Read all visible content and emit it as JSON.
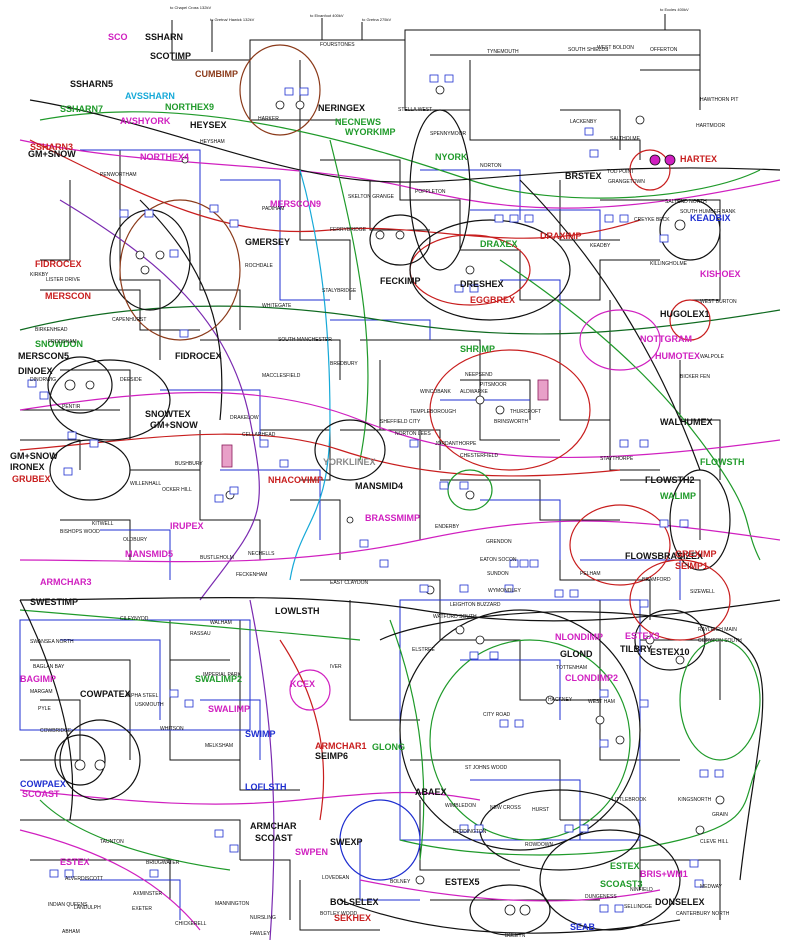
{
  "colors": {
    "line": "#111111",
    "blue": "#1f2fd0",
    "red": "#c81e1e",
    "green": "#1f9a2a",
    "magenta": "#d020c0",
    "cyan": "#16a9d8",
    "purple": "#7a2ab0",
    "brown": "#8b3a1a",
    "orange": "#e07a10",
    "darkgreen": "#0f6a20",
    "pink": "#e03a8a"
  },
  "top_feeds": [
    {
      "label": "to Chapel Cross 132kV"
    },
    {
      "label": "to Gretna/ Hawick 132kV"
    },
    {
      "label": "to Elvanfoot 400kV"
    },
    {
      "label": "to Gretna 275kV"
    },
    {
      "label": "to Eccles 400kV"
    }
  ],
  "boundaries": [
    {
      "label": "SSHARN",
      "color": "#111111"
    },
    {
      "label": "SCO",
      "color": "#d020c0"
    },
    {
      "label": "SCOTIMP",
      "color": "#111111"
    },
    {
      "label": "CUMBIMP",
      "color": "#8b3a1a"
    },
    {
      "label": "SSHARN5",
      "color": "#111111"
    },
    {
      "label": "SSHARN7",
      "color": "#1f9a2a"
    },
    {
      "label": "AVSSHARN",
      "color": "#16a9d8"
    },
    {
      "label": "NORTHEX9",
      "color": "#1f9a2a"
    },
    {
      "label": "AVSHYORK",
      "color": "#d020c0"
    },
    {
      "label": "HEYSEX",
      "color": "#111111"
    },
    {
      "label": "NERINGEX",
      "color": "#111111"
    },
    {
      "label": "NECNEWS",
      "color": "#1f9a2a"
    },
    {
      "label": "WYORKIMP",
      "color": "#1f9a2a"
    },
    {
      "label": "SSHARN3",
      "color": "#c81e1e"
    },
    {
      "label": "GM+SNOW",
      "color": "#111111"
    },
    {
      "label": "NORTHEX4",
      "color": "#d020c0"
    },
    {
      "label": "NYORK",
      "color": "#1f9a2a"
    },
    {
      "label": "BRSTEX",
      "color": "#111111"
    },
    {
      "label": "HARTEX",
      "color": "#c81e1e"
    },
    {
      "label": "MERSCON9",
      "color": "#d020c0"
    },
    {
      "label": "GMERSEY",
      "color": "#111111"
    },
    {
      "label": "DRAXEX",
      "color": "#1f9a2a"
    },
    {
      "label": "DRAXIMP",
      "color": "#c81e1e"
    },
    {
      "label": "FIDROCEX",
      "color": "#c81e1e"
    },
    {
      "label": "FECKIMP",
      "color": "#111111"
    },
    {
      "label": "DRESHEX",
      "color": "#111111"
    },
    {
      "label": "EGGBREX",
      "color": "#c81e1e"
    },
    {
      "label": "KEADBIX",
      "color": "#1f2fd0"
    },
    {
      "label": "KISHOEX",
      "color": "#d020c0"
    },
    {
      "label": "MERSCON",
      "color": "#c81e1e"
    },
    {
      "label": "HUGOLEX1",
      "color": "#111111"
    },
    {
      "label": "SNOWDON",
      "color": "#1f9a2a"
    },
    {
      "label": "MERSCON5",
      "color": "#111111"
    },
    {
      "label": "FIDROCEX",
      "color": "#111111"
    },
    {
      "label": "DINOEX",
      "color": "#111111"
    },
    {
      "label": "SHRIMP",
      "color": "#1f9a2a"
    },
    {
      "label": "NOTTGRAM",
      "color": "#d020c0"
    },
    {
      "label": "HUMOTEX",
      "color": "#d020c0"
    },
    {
      "label": "SNOWTEX",
      "color": "#111111"
    },
    {
      "label": "GM+SNOW",
      "color": "#111111"
    },
    {
      "label": "WALHUMEX",
      "color": "#111111"
    },
    {
      "label": "GM+SNOW",
      "color": "#111111"
    },
    {
      "label": "IRONEX",
      "color": "#111111"
    },
    {
      "label": "GRUBEX",
      "color": "#c81e1e"
    },
    {
      "label": "YORKLINEX",
      "color": "#888888"
    },
    {
      "label": "MANSMID4",
      "color": "#111111"
    },
    {
      "label": "NHACOVIMP",
      "color": "#c81e1e"
    },
    {
      "label": "FLOWSTH",
      "color": "#1f9a2a"
    },
    {
      "label": "FLOWSTH2",
      "color": "#111111"
    },
    {
      "label": "IRUPEX",
      "color": "#d020c0"
    },
    {
      "label": "BRASSMIMP",
      "color": "#d020c0"
    },
    {
      "label": "WALIMP",
      "color": "#1f9a2a"
    },
    {
      "label": "MANSMID5",
      "color": "#d020c0"
    },
    {
      "label": "FLOWSBRASIZEX",
      "color": "#111111"
    },
    {
      "label": "GREXIMP",
      "color": "#c81e1e"
    },
    {
      "label": "SEIMP1",
      "color": "#c81e1e"
    },
    {
      "label": "ARMCHAR3",
      "color": "#d020c0"
    },
    {
      "label": "SWESTIMP",
      "color": "#111111"
    },
    {
      "label": "LOWLSTH",
      "color": "#111111"
    },
    {
      "label": "ESTEX3",
      "color": "#d020c0"
    },
    {
      "label": "NLONDIMP",
      "color": "#d020c0"
    },
    {
      "label": "TILBRY",
      "color": "#111111"
    },
    {
      "label": "ESTEX10",
      "color": "#111111"
    },
    {
      "label": "BAGIMP",
      "color": "#d020c0"
    },
    {
      "label": "SWALIMP2",
      "color": "#1f9a2a"
    },
    {
      "label": "GLOND",
      "color": "#111111"
    },
    {
      "label": "CLONDIMP2",
      "color": "#d020c0"
    },
    {
      "label": "COWPATEX",
      "color": "#111111"
    },
    {
      "label": "SWALIMP",
      "color": "#d020c0"
    },
    {
      "label": "KCEX",
      "color": "#d020c0"
    },
    {
      "label": "SWIMP",
      "color": "#1f2fd0"
    },
    {
      "label": "ARMCHAR1",
      "color": "#c81e1e"
    },
    {
      "label": "SEIMP6",
      "color": "#111111"
    },
    {
      "label": "LOFLSTH",
      "color": "#1f2fd0"
    },
    {
      "label": "GLONG",
      "color": "#1f9a2a"
    },
    {
      "label": "ABAEX",
      "color": "#111111"
    },
    {
      "label": "COWPAEX",
      "color": "#1f2fd0"
    },
    {
      "label": "SCOAST",
      "color": "#d020c0"
    },
    {
      "label": "ARMCHAR",
      "color": "#111111"
    },
    {
      "label": "SWEXP",
      "color": "#111111"
    },
    {
      "label": "SCOAST",
      "color": "#111111"
    },
    {
      "label": "SWPEN",
      "color": "#d020c0"
    },
    {
      "label": "ESTEX",
      "color": "#d020c0"
    },
    {
      "label": "ESTEX",
      "color": "#1f9a2a"
    },
    {
      "label": "SCOAST3",
      "color": "#1f9a2a"
    },
    {
      "label": "DONSELEX",
      "color": "#111111"
    },
    {
      "label": "ESTEX5",
      "color": "#111111"
    },
    {
      "label": "BRIS+WM1",
      "color": "#d020c0"
    },
    {
      "label": "BOLSELEX",
      "color": "#111111"
    },
    {
      "label": "SEKHEX",
      "color": "#c81e1e"
    },
    {
      "label": "SEAB",
      "color": "#1f2fd0"
    }
  ],
  "substations": [
    "HARKER",
    "FOURSTONES",
    "STELLA WEST",
    "TYNEMOUTH",
    "SOUTH SHIELDS",
    "WEST BOLDON",
    "OFFERTON",
    "HAWTHORN PIT",
    "HARTMOOR",
    "SPENNYMOOR",
    "LACKENBY",
    "SALTHOLME",
    "TOD POINT",
    "GRANGETOWN",
    "NORTON",
    "HEYSHAM",
    "PENWORTHAM",
    "KIRKBY",
    "LISTER DRIVE",
    "PADIHAM",
    "ROCHDALE",
    "WHITEGATE",
    "STALYBRIDGE",
    "SKELTON GRANGE",
    "POPPLETON",
    "FERRYBRIDGE",
    "SALTEND NORTH",
    "CREYKE BECK",
    "SOUTH HUMBER BANK",
    "KEADBY",
    "KILLINGHOLME",
    "WEST BURTON",
    "CAPENHURST",
    "BIRKENHEAD",
    "FRODSHAM",
    "DEESIDE",
    "PENTIR",
    "DINORWIG",
    "SOUTH MANCHESTER",
    "BREDBURY",
    "MACCLESFIELD",
    "NEEPSEND",
    "PITSMOOR",
    "WINCOBANK",
    "TEMPLEBOROUGH",
    "SHEFFIELD CITY",
    "ALDWARKE",
    "THURCROFT",
    "BRINSWORTH",
    "JORDANTHORPE",
    "NORTON LEES",
    "CHESTERFIELD",
    "STAYTHORPE",
    "BICKER FEN",
    "WALPOLE",
    "CELLARHEAD",
    "DRAKELOW",
    "BUSHBURY",
    "OCKER HILL",
    "WILLENHALL",
    "KITWELL",
    "OLDBURY",
    "BUSTLEHOLM",
    "NECHELLS",
    "BISHOPS WOOD",
    "FECKENHAM",
    "ENDERBY",
    "EAST CLAYDON",
    "GRENDON",
    "SUNDON",
    "PELHAM",
    "WYMONDLEY",
    "EATON SOCON",
    "BRAMFORD",
    "SIZEWELL",
    "LEIGHTON BUZZARD",
    "WATFORD SOUTH",
    "RAYLEIGH MAIN",
    "CORYTON SOUTH",
    "WALHAM",
    "RASSAU",
    "CILFYNYDD",
    "SWANSEA NORTH",
    "BAGLAN BAY",
    "MARGAM",
    "PYLE",
    "COWBRIDGE",
    "ALPHA STEEL",
    "USKMOUTH",
    "IMPERIAL PARK",
    "WHITSON",
    "MELKSHAM",
    "IVER",
    "ELSTREE",
    "TOTTENHAM",
    "HACKNEY",
    "WEST HAM",
    "CITY ROAD",
    "ST JOHNS WOOD",
    "WIMBLEDON",
    "NEW CROSS",
    "HURST",
    "LITTLEBROOK",
    "KINGSNORTH",
    "GRAIN",
    "BEDDINGTON",
    "ROWDOWN",
    "TAUNTON",
    "BRIDGWATER",
    "ALVERDISCOTT",
    "INDIAN QUEENS",
    "LANDULPH",
    "ABHAM",
    "EXETER",
    "AXMINSTER",
    "CHICKERELL",
    "MANNINGTON",
    "NURSLING",
    "FAWLEY",
    "BOTLEY WOOD",
    "LOVEDEAN",
    "BOLNEY",
    "SELLINDGE",
    "CANTERBURY NORTH",
    "DUNGENESS",
    "NINFIELD",
    "MEDWAY",
    "CLEVE HILL",
    "BOLEYN"
  ],
  "legend": {}
}
